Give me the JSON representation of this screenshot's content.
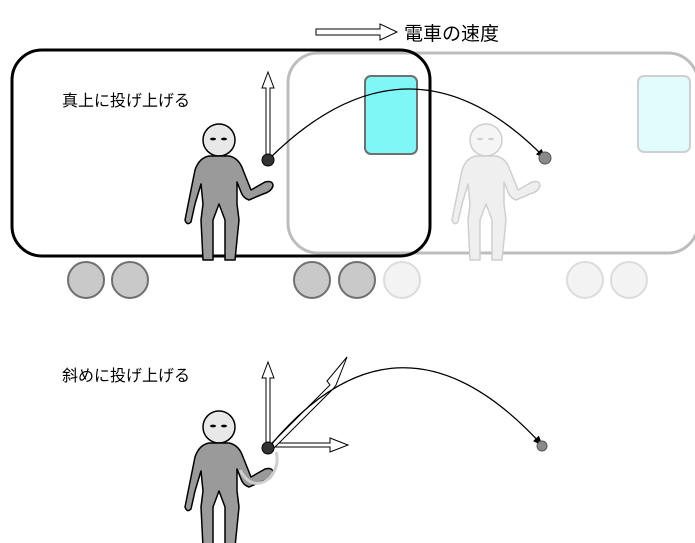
{
  "legend": {
    "velocity_label": "電車の速度"
  },
  "scenes": {
    "vertical": {
      "label": "真上に投げ上げる"
    },
    "oblique": {
      "label": "斜めに投げ上げる"
    }
  },
  "colors": {
    "window_fill": "#7ff7f7",
    "window_fill_faded": "#e1fcfd",
    "figure_fill": "#9a9a9a",
    "figure_faded": "#efefef",
    "wheel_fill": "#c9c9c9",
    "train_outline": "#000000",
    "train_outline_faded": "#bdbdbd"
  },
  "icons": [
    "train-velocity-arrow-icon",
    "person-icon",
    "ball-icon",
    "velocity-arrow-icon"
  ]
}
